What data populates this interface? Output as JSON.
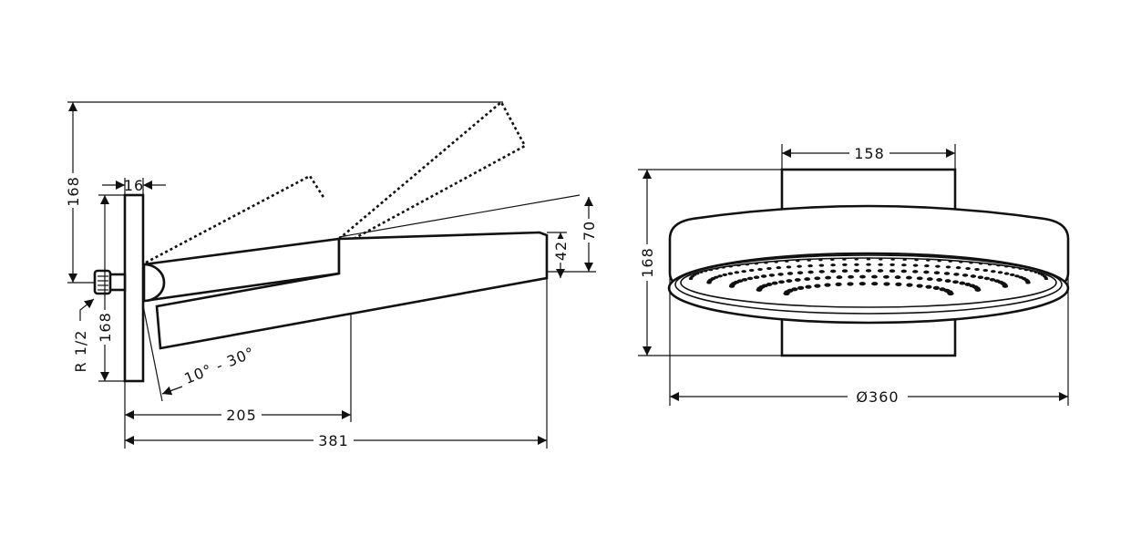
{
  "side_view": {
    "dim_height_upper": "168",
    "dim_height_lower": "168",
    "dim_plate_depth": "16",
    "thread_label": "R 1/2",
    "angle_label": "10° - 30°",
    "dim_42": "42",
    "dim_70": "70",
    "dim_205": "205",
    "dim_381": "381"
  },
  "front_view": {
    "dim_mount_width": "158",
    "dim_height": "168",
    "dim_diameter": "Ø360"
  },
  "colors": {
    "line": "#111111",
    "background": "#ffffff"
  }
}
